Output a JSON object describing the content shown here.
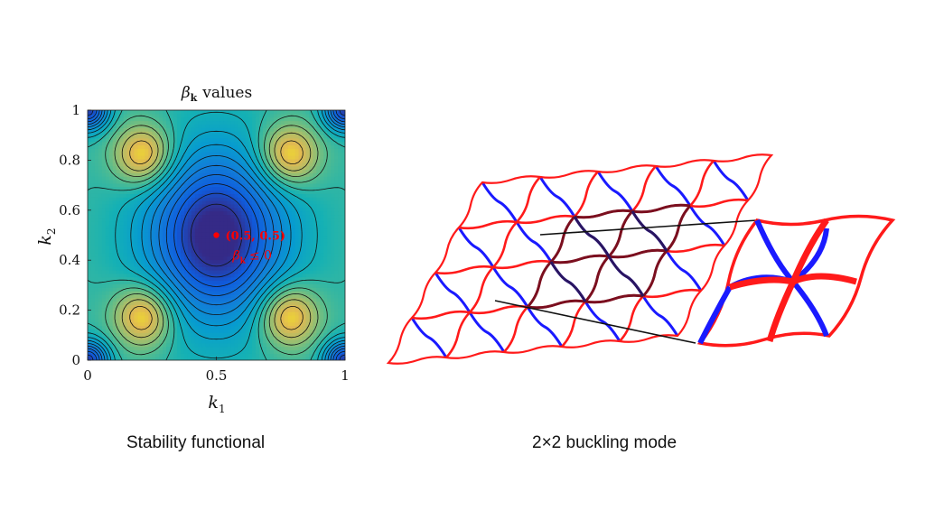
{
  "chart_data": {
    "type": "heatmap",
    "title": "β_k values",
    "title_symbol": "β",
    "title_subscript": "k",
    "title_rest": "values",
    "xlabel": "k",
    "xlabel_sub": "1",
    "ylabel": "k",
    "ylabel_sub": "2",
    "xlim": [
      0,
      1
    ],
    "ylim": [
      0,
      1
    ],
    "x_ticks": [
      "0",
      "0.5",
      "1"
    ],
    "x_tick_values": [
      0,
      0.5,
      1
    ],
    "y_ticks": [
      "0",
      "0.2",
      "0.4",
      "0.6",
      "0.8",
      "1"
    ],
    "y_tick_values": [
      0,
      0.2,
      0.4,
      0.6,
      0.8,
      1
    ],
    "colormap": "parula",
    "contours": true,
    "maxima": [
      [
        0.22,
        0.82
      ],
      [
        0.78,
        0.82
      ],
      [
        0.22,
        0.18
      ],
      [
        0.78,
        0.18
      ]
    ],
    "minimum": [
      0.5,
      0.5
    ],
    "annotation": {
      "point": [
        0.5,
        0.5
      ],
      "label": "(0.5, 0.5)",
      "condition_symbol": "β",
      "condition_sub": "k",
      "condition_rest": "≤ 0",
      "color": "#ff0000"
    }
  },
  "captions": {
    "left": "Stability functional",
    "right": "2×2 buckling mode"
  },
  "lattice": {
    "red_color": "#ff1a1a",
    "blue_color": "#1a1aff",
    "highlight_color": "#7a0f1f"
  }
}
